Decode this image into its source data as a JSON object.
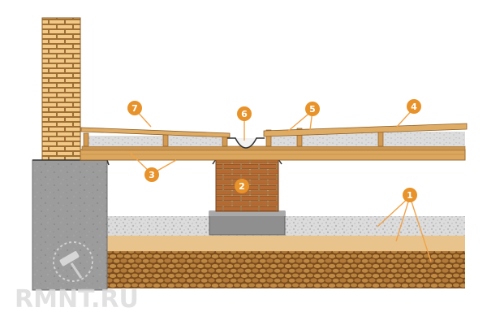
{
  "diagram": {
    "callouts": [
      {
        "id": "c1",
        "label": "1"
      },
      {
        "id": "c2",
        "label": "2"
      },
      {
        "id": "c3",
        "label": "3"
      },
      {
        "id": "c4",
        "label": "4"
      },
      {
        "id": "c5",
        "label": "5"
      },
      {
        "id": "c6",
        "label": "6"
      },
      {
        "id": "c7",
        "label": "7"
      }
    ],
    "watermark": "RMNT.RU"
  },
  "colors": {
    "callout": "#e8922a",
    "wood": "#d9a45c",
    "wood_dark": "#a87634",
    "brick": "#e9b66a",
    "brick_column": "#b9733c",
    "concrete": "#9a9a9a",
    "gravel": "#d8d8d8",
    "sand": "#e8c48c",
    "soil": "#b07a3a"
  }
}
